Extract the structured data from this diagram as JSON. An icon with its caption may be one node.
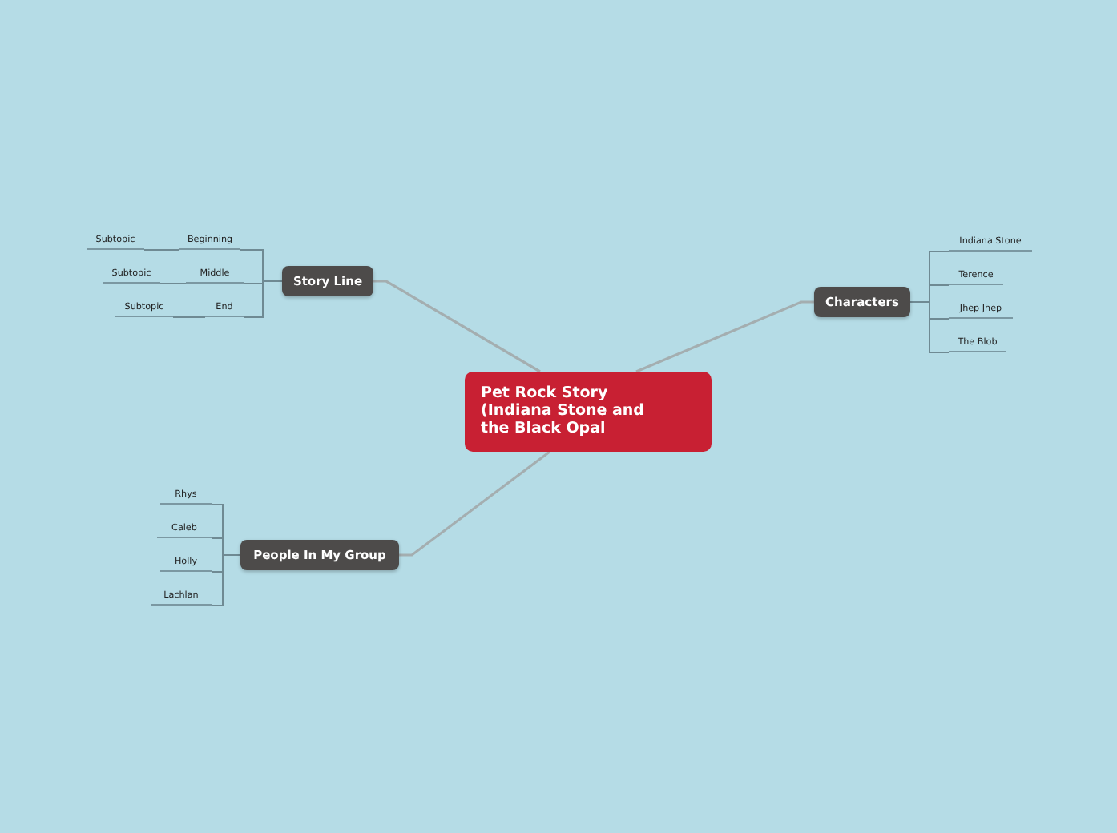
{
  "diagram": {
    "nodes": [
      {
        "text": [
          "Pet Rock Story (Indiana Stone and the Black Opal"
        ]
      },
      {
        "text": [
          "Story Line"
        ]
      },
      {
        "text": [
          "Beginning"
        ]
      },
      {
        "text": [
          "Subtopic"
        ]
      },
      {
        "text": [
          "Middle"
        ]
      },
      {
        "text": [
          "Subtopic"
        ]
      },
      {
        "text": [
          "End"
        ]
      },
      {
        "text": [
          "Subtopic"
        ]
      },
      {
        "text": [
          "Characters"
        ]
      },
      {
        "text": [
          "Indiana Stone"
        ]
      },
      {
        "text": [
          "Terence"
        ]
      },
      {
        "text": [
          "Jhep Jhep"
        ]
      },
      {
        "text": [
          "The Blob"
        ]
      },
      {
        "text": [
          "People In My Group"
        ]
      },
      {
        "text": [
          "Rhys"
        ]
      },
      {
        "text": [
          "Caleb"
        ]
      },
      {
        "text": [
          "Holly"
        ]
      },
      {
        "text": [
          "Lachlan"
        ]
      }
    ],
    "edges": [
      {
        "from": 0,
        "to": 1,
        "arrow": "none"
      },
      {
        "from": 1,
        "to": 2,
        "arrow": "none"
      },
      {
        "from": 2,
        "to": 3,
        "arrow": "none"
      },
      {
        "from": 1,
        "to": 4,
        "arrow": "none"
      },
      {
        "from": 4,
        "to": 5,
        "arrow": "none"
      },
      {
        "from": 1,
        "to": 6,
        "arrow": "none"
      },
      {
        "from": 6,
        "to": 7,
        "arrow": "none"
      },
      {
        "from": 0,
        "to": 8,
        "arrow": "none"
      },
      {
        "from": 8,
        "to": 9,
        "arrow": "none"
      },
      {
        "from": 8,
        "to": 10,
        "arrow": "none"
      },
      {
        "from": 8,
        "to": 11,
        "arrow": "none"
      },
      {
        "from": 8,
        "to": 12,
        "arrow": "none"
      },
      {
        "from": 0,
        "to": 13,
        "arrow": "none"
      },
      {
        "from": 13,
        "to": 14,
        "arrow": "none"
      },
      {
        "from": 13,
        "to": 15,
        "arrow": "none"
      },
      {
        "from": 13,
        "to": 16,
        "arrow": "none"
      },
      {
        "from": 13,
        "to": 17,
        "arrow": "none"
      }
    ]
  }
}
